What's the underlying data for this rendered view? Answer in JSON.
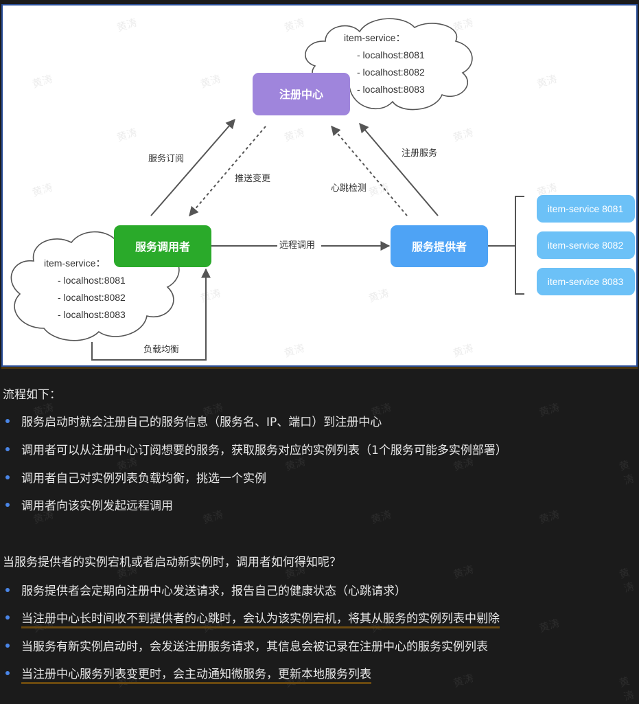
{
  "diagram": {
    "registry": {
      "label": "注册中心",
      "color": "#9f85dc"
    },
    "consumer": {
      "label": "服务调用者",
      "color": "#2aaa2a"
    },
    "provider": {
      "label": "服务提供者",
      "color": "#4ea3f5"
    },
    "instances": [
      {
        "label": "item-service 8081"
      },
      {
        "label": "item-service 8082"
      },
      {
        "label": "item-service 8083"
      }
    ],
    "instance_color": "#6cc1f7",
    "registry_cloud": {
      "title": "item-service：",
      "lines": [
        "- localhost:8081",
        "- localhost:8082",
        "- localhost:8083"
      ]
    },
    "consumer_cloud": {
      "title": "item-service：",
      "lines": [
        "- localhost:8081",
        "- localhost:8082",
        "- localhost:8083"
      ]
    },
    "edges": {
      "subscribe": "服务订阅",
      "push_change": "推送变更",
      "heartbeat": "心跳检测",
      "register": "注册服务",
      "remote_call": "远程调用",
      "load_balance": "负载均衡"
    },
    "watermark": "黄涛"
  },
  "section1": {
    "heading": "流程如下：",
    "items": [
      {
        "text": "服务启动时就会注册自己的服务信息（服务名、IP、端口）到注册中心",
        "highlighted": false
      },
      {
        "text": "调用者可以从注册中心订阅想要的服务，获取服务对应的实例列表（1个服务可能多实例部署）",
        "highlighted": false
      },
      {
        "text": "调用者自己对实例列表负载均衡，挑选一个实例",
        "highlighted": false
      },
      {
        "text": "调用者向该实例发起远程调用",
        "highlighted": false
      }
    ]
  },
  "section2": {
    "heading": "当服务提供者的实例宕机或者启动新实例时，调用者如何得知呢？",
    "items": [
      {
        "text": "服务提供者会定期向注册中心发送请求，报告自己的健康状态（心跳请求）",
        "highlighted": false
      },
      {
        "text": "当注册中心长时间收不到提供者的心跳时，会认为该实例宕机，将其从服务的实例列表中剔除",
        "highlighted": true
      },
      {
        "text": "当服务有新实例启动时，会发送注册服务请求，其信息会被记录在注册中心的服务实例列表",
        "highlighted": false
      },
      {
        "text": "当注册中心服务列表变更时，会主动通知微服务，更新本地服务列表",
        "highlighted": true
      }
    ]
  }
}
